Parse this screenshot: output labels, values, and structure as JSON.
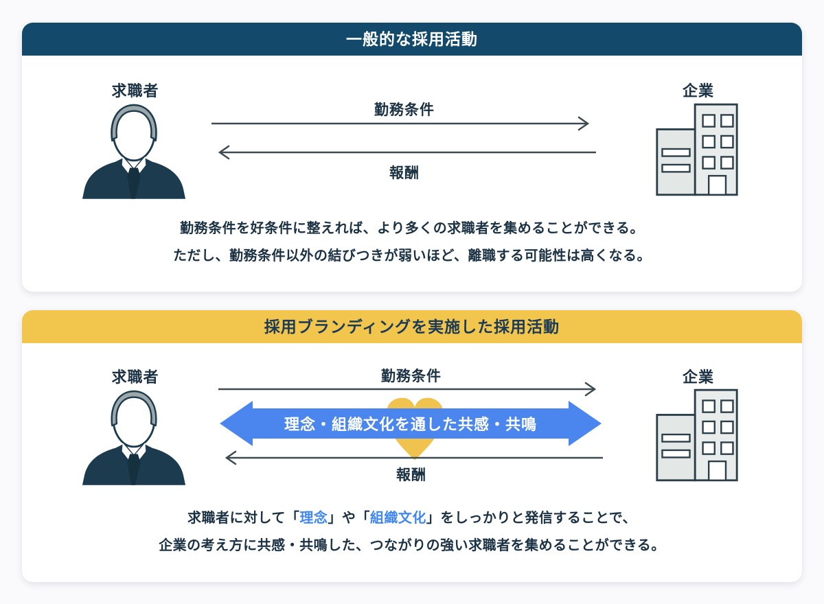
{
  "colors": {
    "header_navy": "#134A6B",
    "header_yellow": "#F2C64D",
    "body_text": "#1B3144",
    "thin_arrow": "#3D4A52",
    "mutual_arrow_blue": "#4A86EE",
    "heart_yellow": "#F0C24E",
    "keyword_blue": "#4187F2",
    "suit_navy": "#1C3B4F",
    "hair_gray": "#9CA7AA",
    "building_gray": "#E8ECEB"
  },
  "icons": {
    "jobseeker": "person-icon",
    "company": "building-icon",
    "empathy": "heart-icon",
    "offer_flow": "arrow-right-icon",
    "reward_flow": "arrow-left-icon",
    "mutual_flow": "double-arrow-icon"
  },
  "panel_general": {
    "title": "一般的な採用活動",
    "jobseeker_label": "求職者",
    "company_label": "企業",
    "offer_label": "勤務条件",
    "reward_label": "報酬",
    "desc_line1": "勤務条件を好条件に整えれば、より多くの求職者を集めることができる。",
    "desc_line2": "ただし、勤務条件以外の結びつきが弱いほど、離職する可能性は高くなる。"
  },
  "panel_branding": {
    "title": "採用ブランディングを実施した採用活動",
    "jobseeker_label": "求職者",
    "company_label": "企業",
    "offer_label": "勤務条件",
    "reward_label": "報酬",
    "mutual_label": "理念・組織文化を通した共感・共鳴",
    "desc_line1_pre": "求職者に対して「",
    "desc_line1_keyword1": "理念",
    "desc_line1_mid": "」や「",
    "desc_line1_keyword2": "組織文化",
    "desc_line1_post": "」をしっかりと発信することで、",
    "desc_line2": "企業の考え方に共感・共鳴した、つながりの強い求職者を集めることができる。"
  }
}
